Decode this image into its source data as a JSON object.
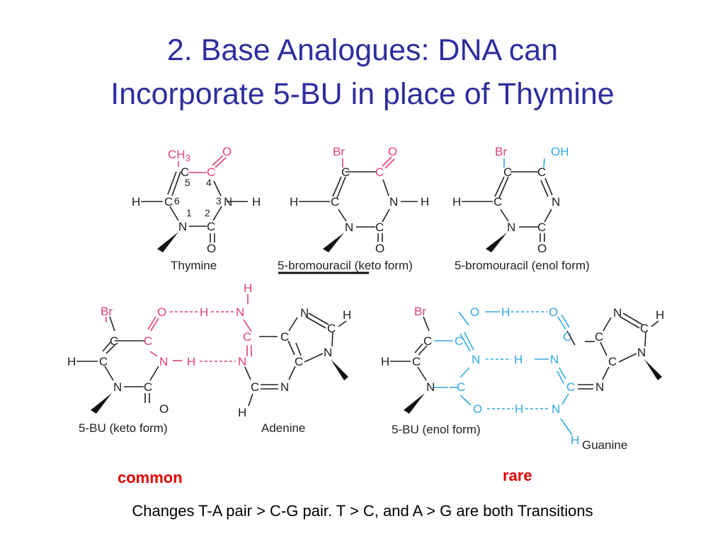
{
  "title": {
    "line1": "2. Base Analogues: DNA can",
    "line2": "Incorporate 5-BU in place of Thymine"
  },
  "structures": {
    "thymine": {
      "caption": "Thymine",
      "substituent": "CH",
      "substituent_sub": "3",
      "numbers": [
        "5",
        "4",
        "6",
        "3",
        "1",
        "2"
      ]
    },
    "bu_keto": {
      "caption_a": "5-bromouracil",
      "caption_b": " (keto form)"
    },
    "bu_enol": {
      "caption": "5-bromouracil (enol form)"
    }
  },
  "pairs": {
    "keto_adenine": {
      "left_caption": "5-BU (keto form)",
      "right_caption": "Adenine"
    },
    "enol_guanine": {
      "left_caption": "5-BU (enol form)",
      "right_caption": "Guanine"
    }
  },
  "atoms": {
    "C": "C",
    "N": "N",
    "O": "O",
    "H": "H",
    "Br": "Br",
    "OH": "OH"
  },
  "labels": {
    "common": "common",
    "rare": "rare"
  },
  "footer": "Changes T-A pair > C-G pair.  T > C, and A > G are both Transitions",
  "colors": {
    "title": "#2e2e9e",
    "magenta": "#e0407a",
    "cyan": "#30a8e0",
    "label_red": "#e00000",
    "bond": "#222222"
  }
}
